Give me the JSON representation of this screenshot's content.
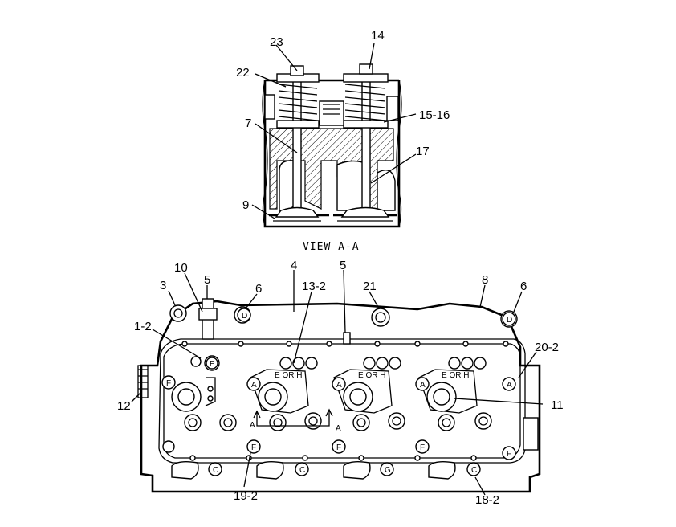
{
  "view_title": "VIEW A-A",
  "section_marker": "A",
  "callouts": {
    "c23": "23",
    "c14": "14",
    "c22": "22",
    "c7": "7",
    "c15_16": "15-16",
    "c17": "17",
    "c9": "9",
    "c4": "4",
    "c5a": "5",
    "c5b": "5",
    "c10": "10",
    "c3": "3",
    "c6a": "6",
    "c13_2": "13-2",
    "c21": "21",
    "c8": "8",
    "c6b": "6",
    "c1_2": "1-2",
    "c20_2": "20-2",
    "c12": "12",
    "c11": "11",
    "c19_2": "19-2",
    "c18_2": "18-2"
  },
  "bolt_letters": {
    "D": "D",
    "E": "E",
    "F": "F",
    "A": "A",
    "C": "C",
    "G": "G"
  },
  "port_label": "E OR H"
}
